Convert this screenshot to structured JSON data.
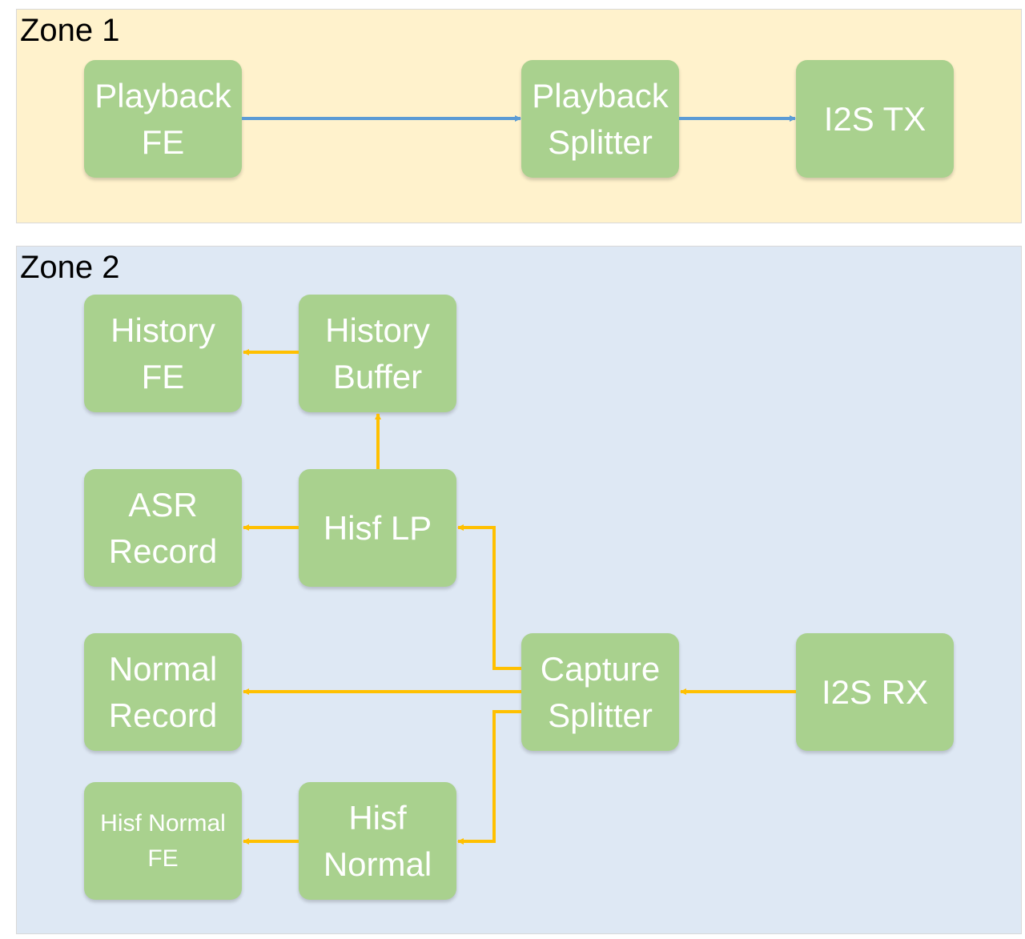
{
  "zones": {
    "zone1": {
      "label": "Zone 1",
      "color": "#fff2cc"
    },
    "zone2": {
      "label": "Zone 2",
      "color": "#dee8f4"
    }
  },
  "nodes": {
    "playback_fe": "Playback\nFE",
    "playback_splitter": "Playback\nSplitter",
    "i2s_tx": "I2S TX",
    "history_fe": "History\nFE",
    "history_buffer": "History\nBuffer",
    "asr_record": "ASR\nRecord",
    "hisf_lp": "Hisf LP",
    "normal_record": "Normal\nRecord",
    "capture_splitter": "Capture\nSplitter",
    "i2s_rx": "I2S RX",
    "hisf_normal_fe": "Hisf Normal\nFE",
    "hisf_normal": "Hisf\nNormal"
  },
  "colors": {
    "node_fill": "#a9d18e",
    "playback_arrow": "#5b9bd5",
    "capture_arrow": "#ffc000"
  },
  "edges": [
    {
      "from": "playback_fe",
      "to": "playback_splitter"
    },
    {
      "from": "playback_splitter",
      "to": "i2s_tx"
    },
    {
      "from": "i2s_rx",
      "to": "capture_splitter"
    },
    {
      "from": "capture_splitter",
      "to": "normal_record"
    },
    {
      "from": "capture_splitter",
      "to": "hisf_lp"
    },
    {
      "from": "capture_splitter",
      "to": "hisf_normal"
    },
    {
      "from": "hisf_lp",
      "to": "asr_record"
    },
    {
      "from": "hisf_lp",
      "to": "history_buffer"
    },
    {
      "from": "history_buffer",
      "to": "history_fe"
    },
    {
      "from": "hisf_normal",
      "to": "hisf_normal_fe"
    }
  ]
}
